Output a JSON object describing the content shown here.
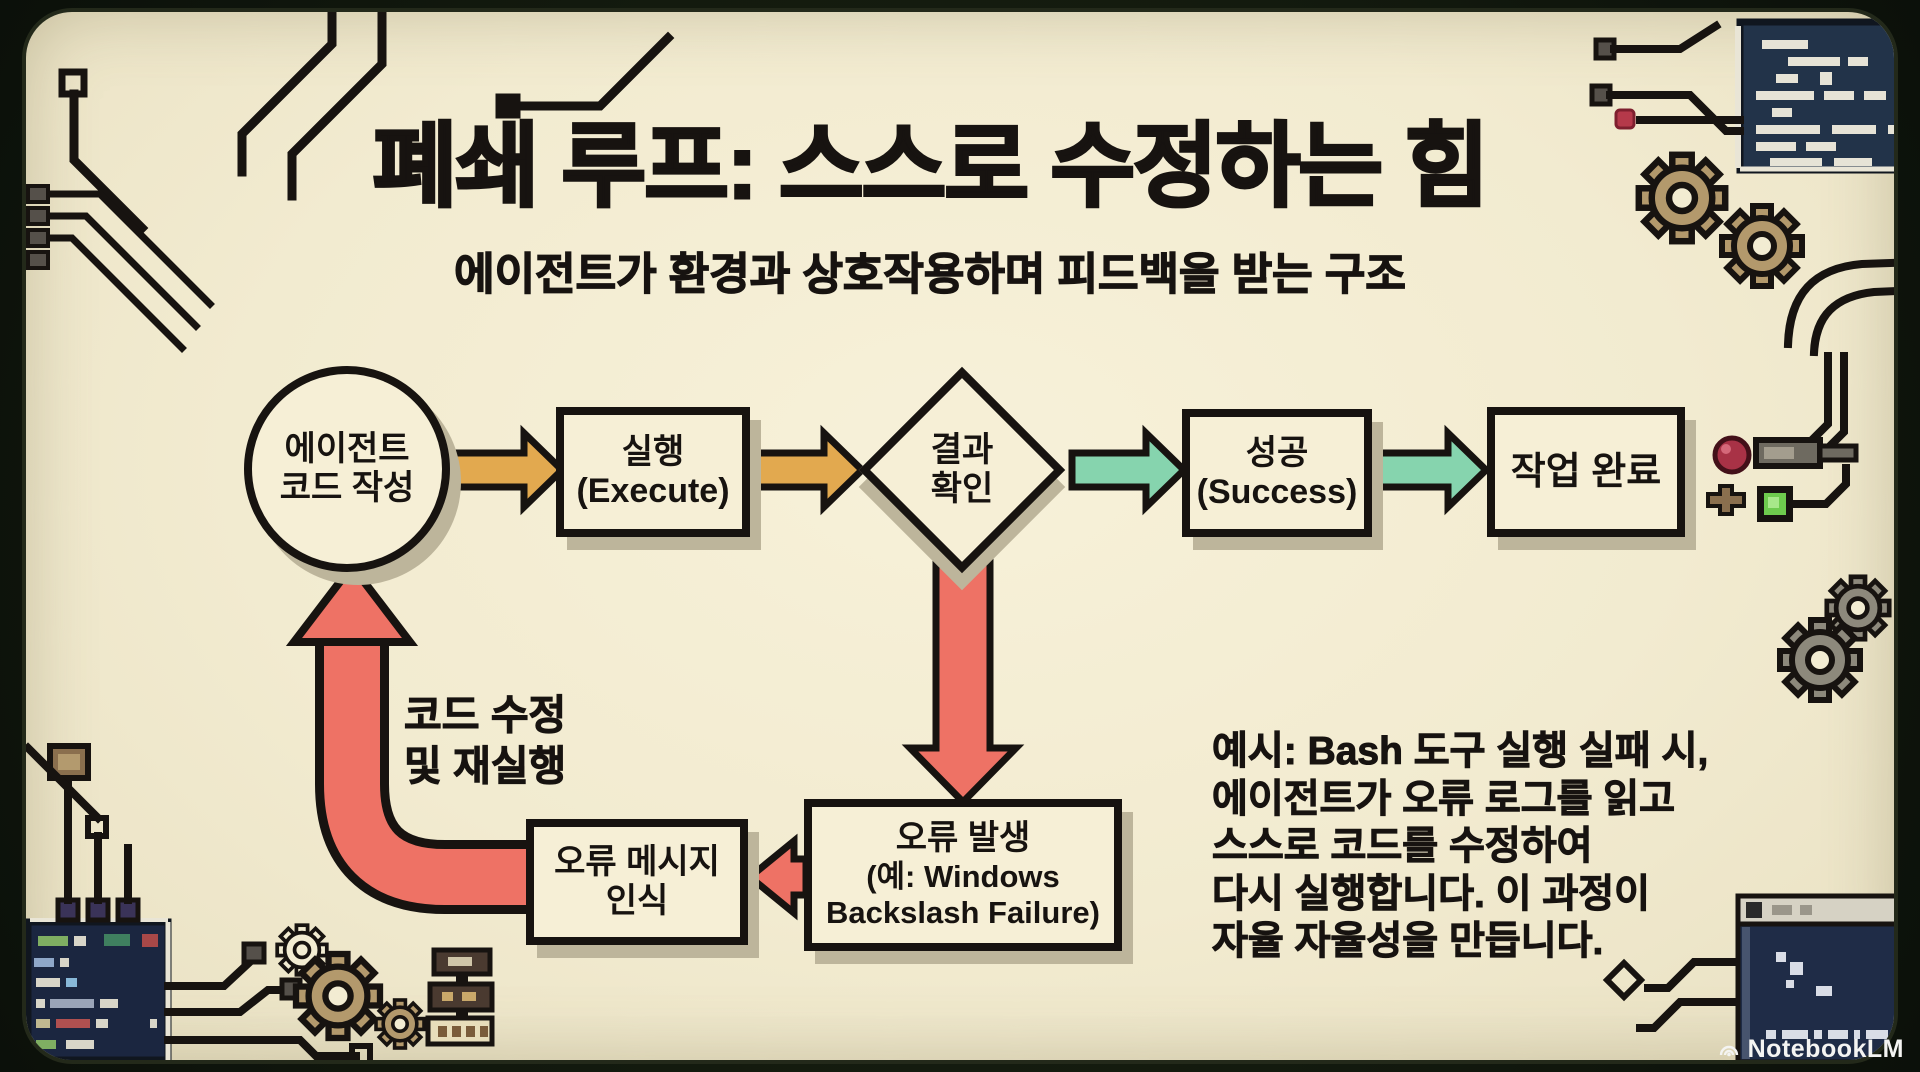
{
  "title": "폐쇄 루프: 스스로 수정하는 힘",
  "subtitle": "에이전트가 환경과 상호작용하며 피드백을 받는 구조",
  "flow": {
    "agent": {
      "line1": "에이전트",
      "line2": "코드 작성"
    },
    "execute": {
      "line1": "실행",
      "line2": "(Execute)"
    },
    "check": {
      "line1": "결과",
      "line2": "확인"
    },
    "success": {
      "line1": "성공",
      "line2": "(Success)"
    },
    "done": {
      "label": "작업 완료"
    },
    "error": {
      "line1": "오류 발생",
      "line2": "(예: Windows",
      "line3": "Backslash Failure)"
    },
    "recognize": {
      "line1": "오류 메시지",
      "line2": "인식"
    },
    "loop_label": {
      "line1": "코드 수정",
      "line2": "및 재실행"
    }
  },
  "example": {
    "lines": [
      "예시: Bash 도구 실행 실패 시,",
      "에이전트가 오류 로그를 읽고",
      "스스로 코드를 수정하여",
      "다시 실행합니다. 이 과정이",
      "자율 자율성을 만듭니다."
    ]
  },
  "watermark": {
    "label": "NotebookLM"
  },
  "colors": {
    "background_cream": "#f2ebd0",
    "frame_dark": "#131a0e",
    "ink_black": "#171310",
    "arrow_orange": "#e2a94f",
    "arrow_teal": "#86d4ae",
    "arrow_red": "#ee7265",
    "window_navy": "#223349",
    "gear_tan": "#b3996c",
    "gear_grey": "#8d897c",
    "led_red": "#a83246",
    "led_green": "#6ecb4e",
    "shadow_grey": "#bdb59b"
  }
}
